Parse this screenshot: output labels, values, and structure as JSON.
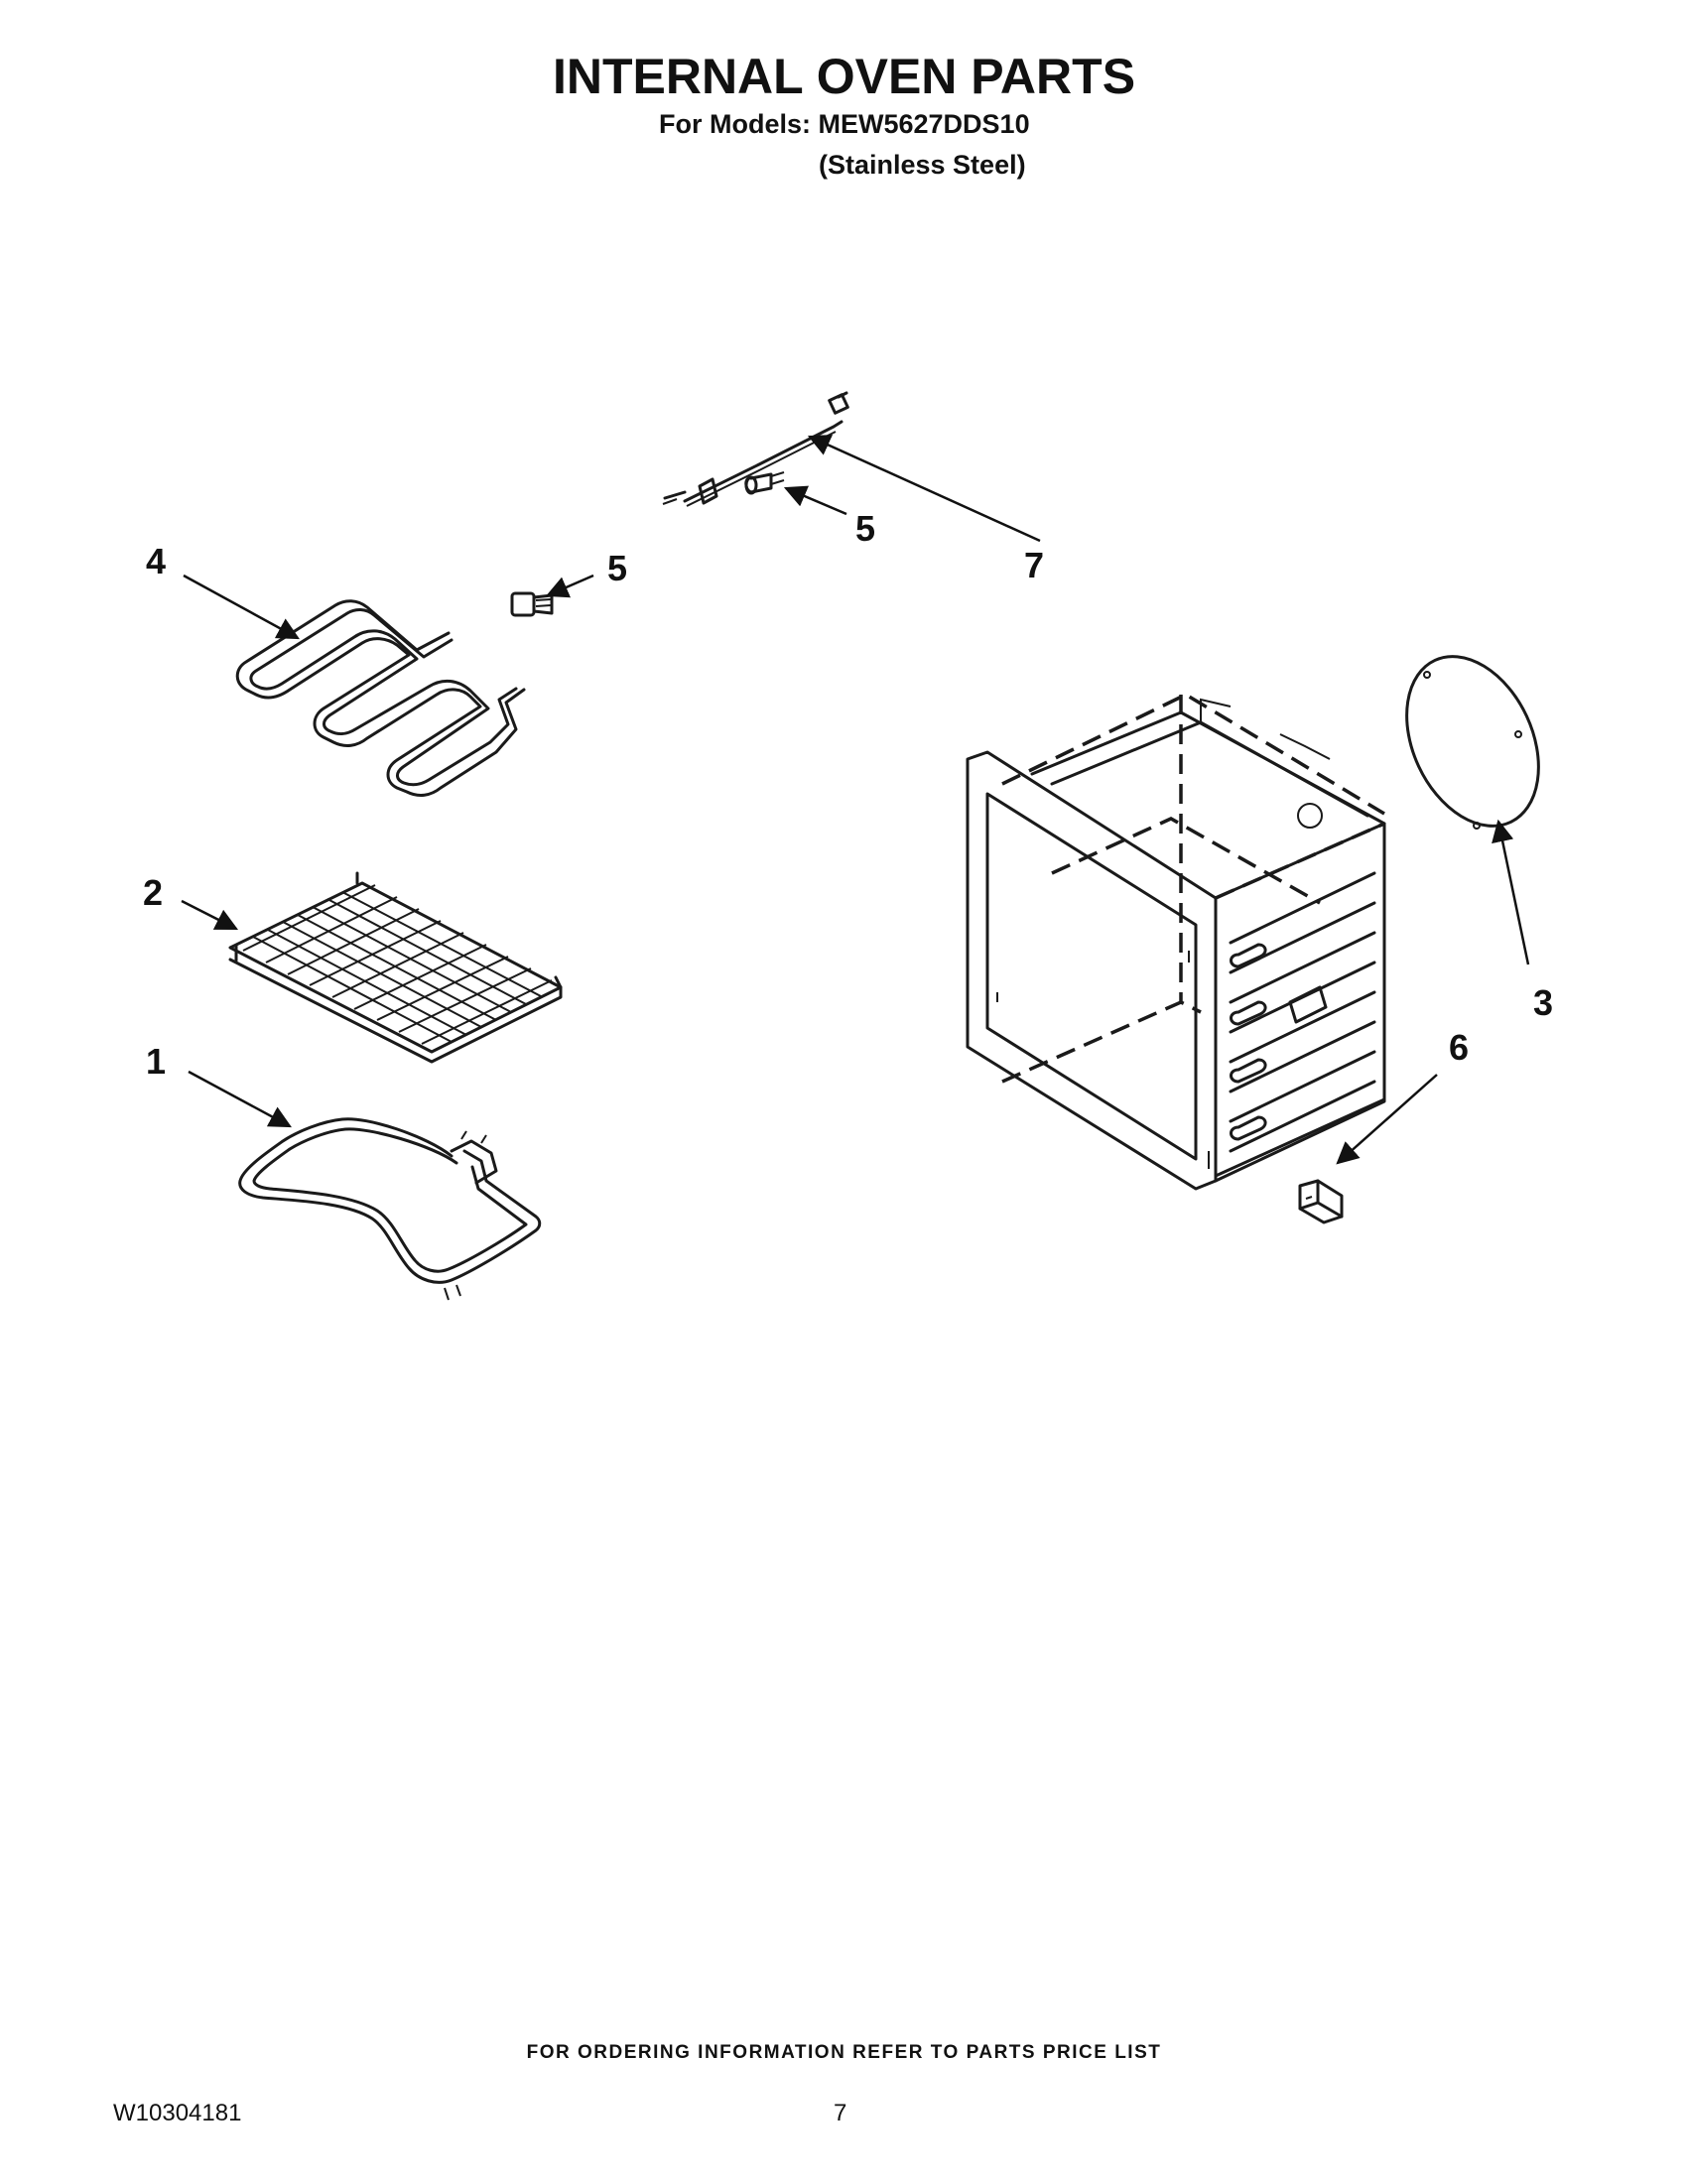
{
  "header": {
    "title": "INTERNAL OVEN PARTS",
    "models_line": "For Models: MEW5627DDS10",
    "finish_line": "(Stainless Steel)"
  },
  "callouts": {
    "bake_element": "1",
    "oven_rack": "2",
    "light_cover": "3",
    "broil_element": "4",
    "screw_broil": "5",
    "screw_sensor": "5",
    "rack_bracket": "6",
    "temp_sensor": "7"
  },
  "footer": {
    "ordering_note": "FOR ORDERING INFORMATION REFER TO PARTS PRICE LIST",
    "doc_number": "W10304181",
    "page_number": "7"
  }
}
